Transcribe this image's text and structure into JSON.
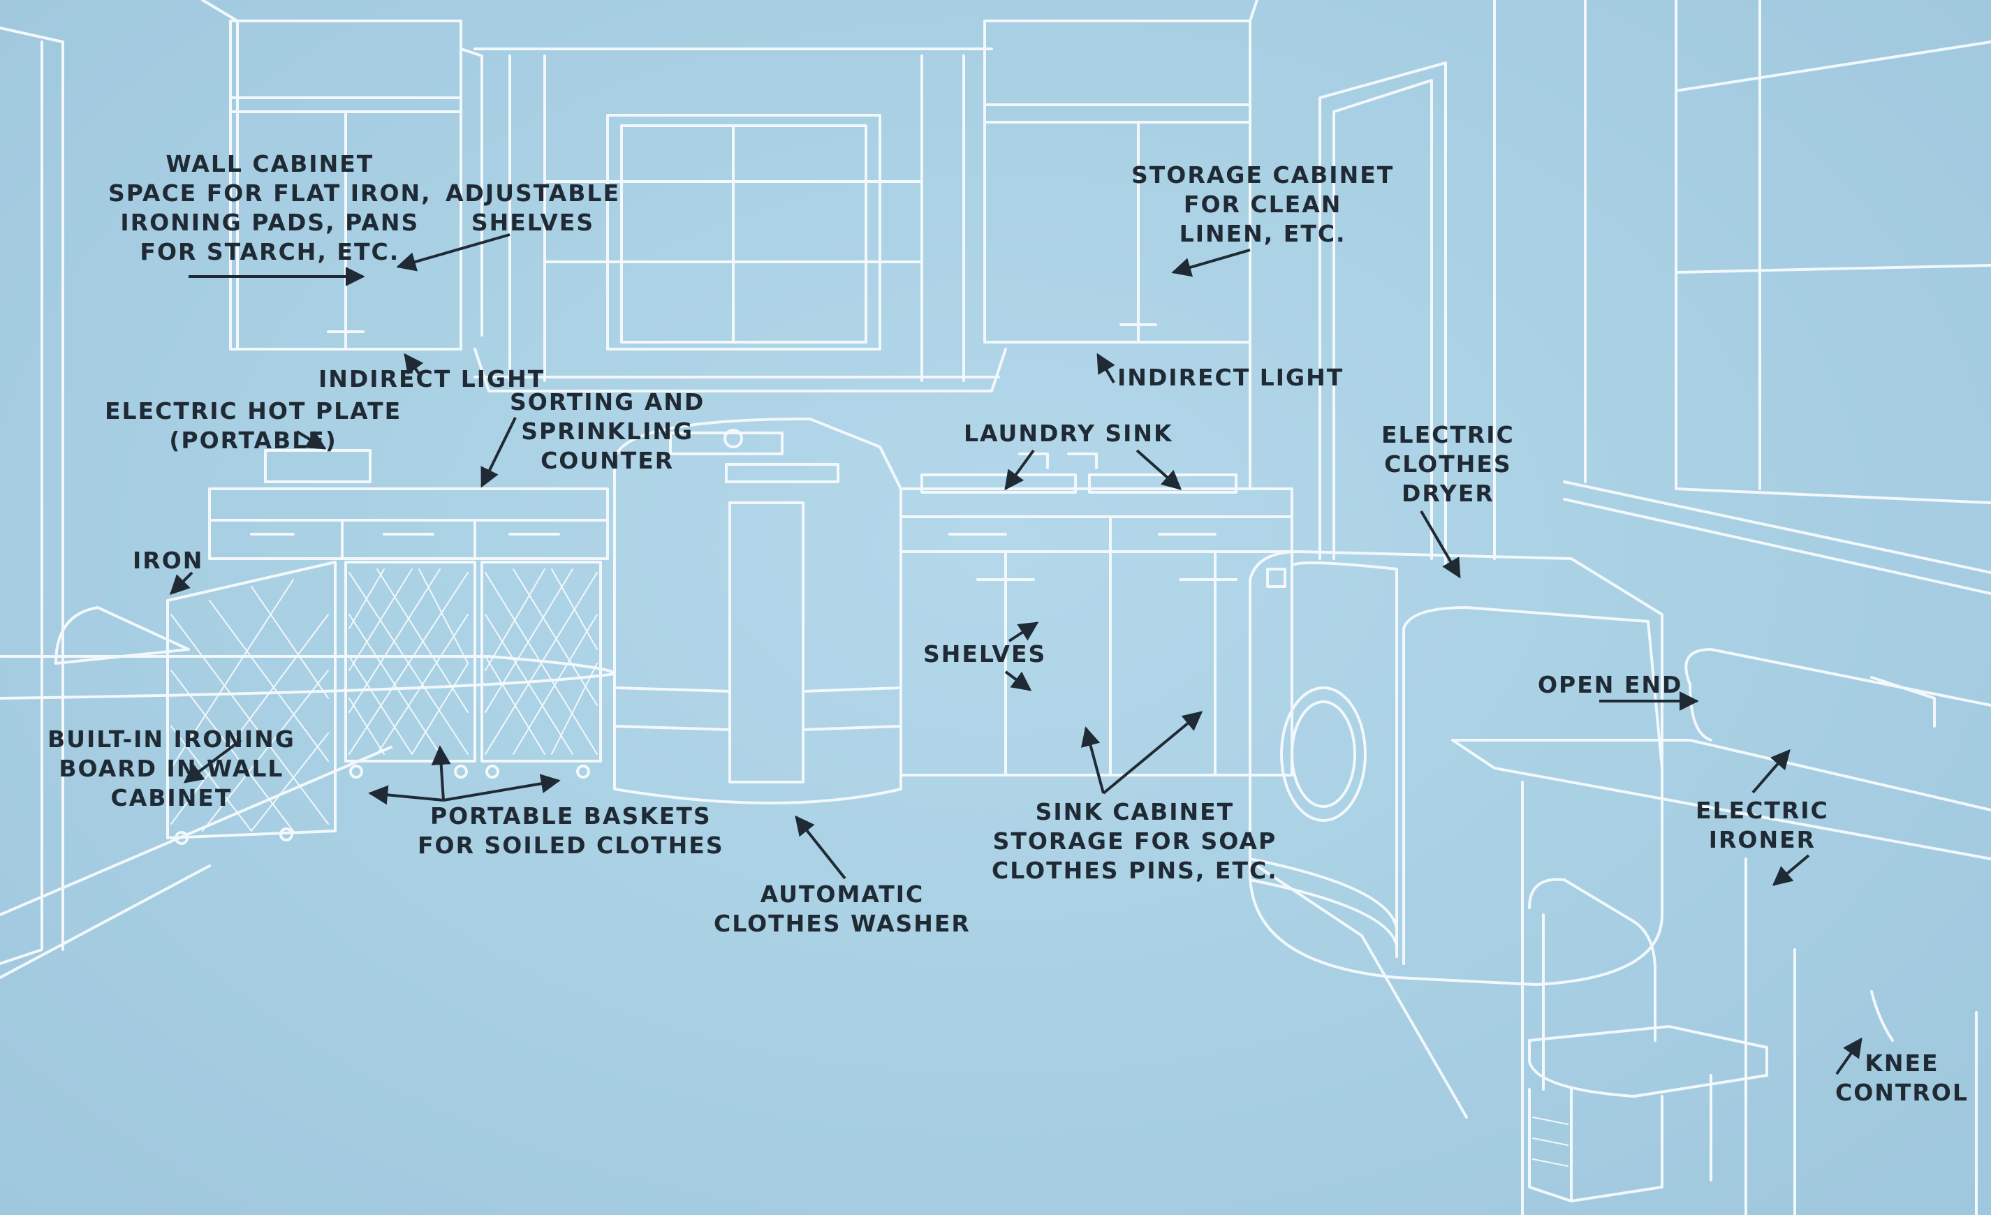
{
  "diagram": {
    "labels": {
      "wall_cabinet": "WALL CABINET\nSPACE FOR FLAT IRON,\nIRONING PADS, PANS\nFOR STARCH, ETC.",
      "adjustable_shelves": "ADJUSTABLE\nSHELVES",
      "storage_cabinet": "STORAGE CABINET\nFOR CLEAN\nLINEN, ETC.",
      "indirect_light_left": "INDIRECT LIGHT",
      "indirect_light_right": "INDIRECT LIGHT",
      "electric_hot_plate": "ELECTRIC HOT PLATE\n(PORTABLE)",
      "sorting_counter": "SORTING AND\nSPRINKLING\nCOUNTER",
      "laundry_sink": "LAUNDRY SINK",
      "electric_clothes_dryer": "ELECTRIC\nCLOTHES\nDRYER",
      "iron": "IRON",
      "shelves": "SHELVES",
      "open_end": "OPEN END",
      "built_in_ironing_board": "BUILT-IN IRONING\nBOARD IN WALL\nCABINET",
      "portable_baskets": "PORTABLE BASKETS\nFOR SOILED CLOTHES",
      "sink_cabinet": "SINK CABINET\nSTORAGE FOR SOAP\nCLOTHES PINS, ETC.",
      "electric_ironer": "ELECTRIC\nIRONER",
      "automatic_washer": "AUTOMATIC\nCLOTHES WASHER",
      "knee_control": "KNEE\nCONTROL"
    },
    "colors": {
      "background": "#a9cfe2",
      "line": "#f2f8fb",
      "text": "#1f2a34",
      "arrow": "#1f2a34"
    }
  }
}
